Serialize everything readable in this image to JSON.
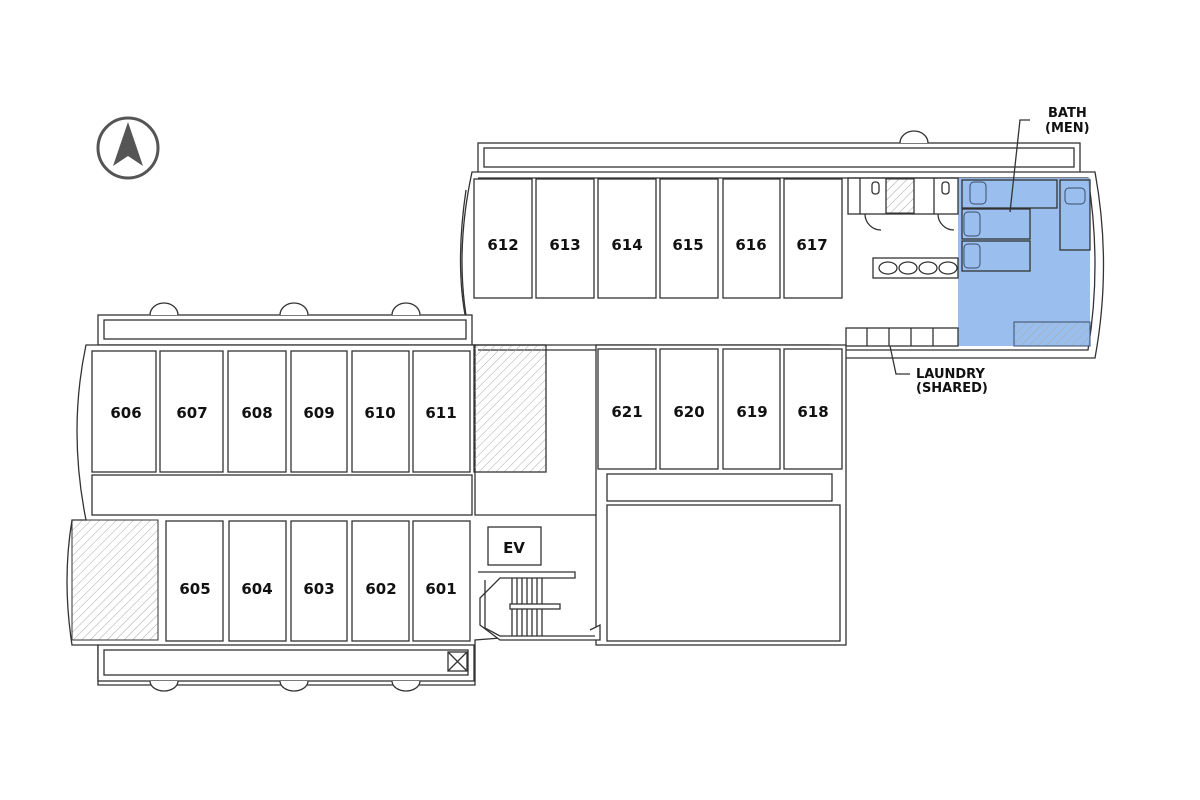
{
  "map": {
    "compass": "north-arrow",
    "labels": {
      "bath_line1": "BATH",
      "bath_line2": "(MEN)",
      "laundry_line1": "LAUNDRY",
      "laundry_line2": "(SHARED)",
      "elevator": "EV"
    },
    "rooms": {
      "r601": "601",
      "r602": "602",
      "r603": "603",
      "r604": "604",
      "r605": "605",
      "r606": "606",
      "r607": "607",
      "r608": "608",
      "r609": "609",
      "r610": "610",
      "r611": "611",
      "r612": "612",
      "r613": "613",
      "r614": "614",
      "r615": "615",
      "r616": "616",
      "r617": "617",
      "r618": "618",
      "r619": "619",
      "r620": "620",
      "r621": "621"
    },
    "colors": {
      "highlight": "#8fb8ec",
      "wall": "#333333"
    }
  }
}
